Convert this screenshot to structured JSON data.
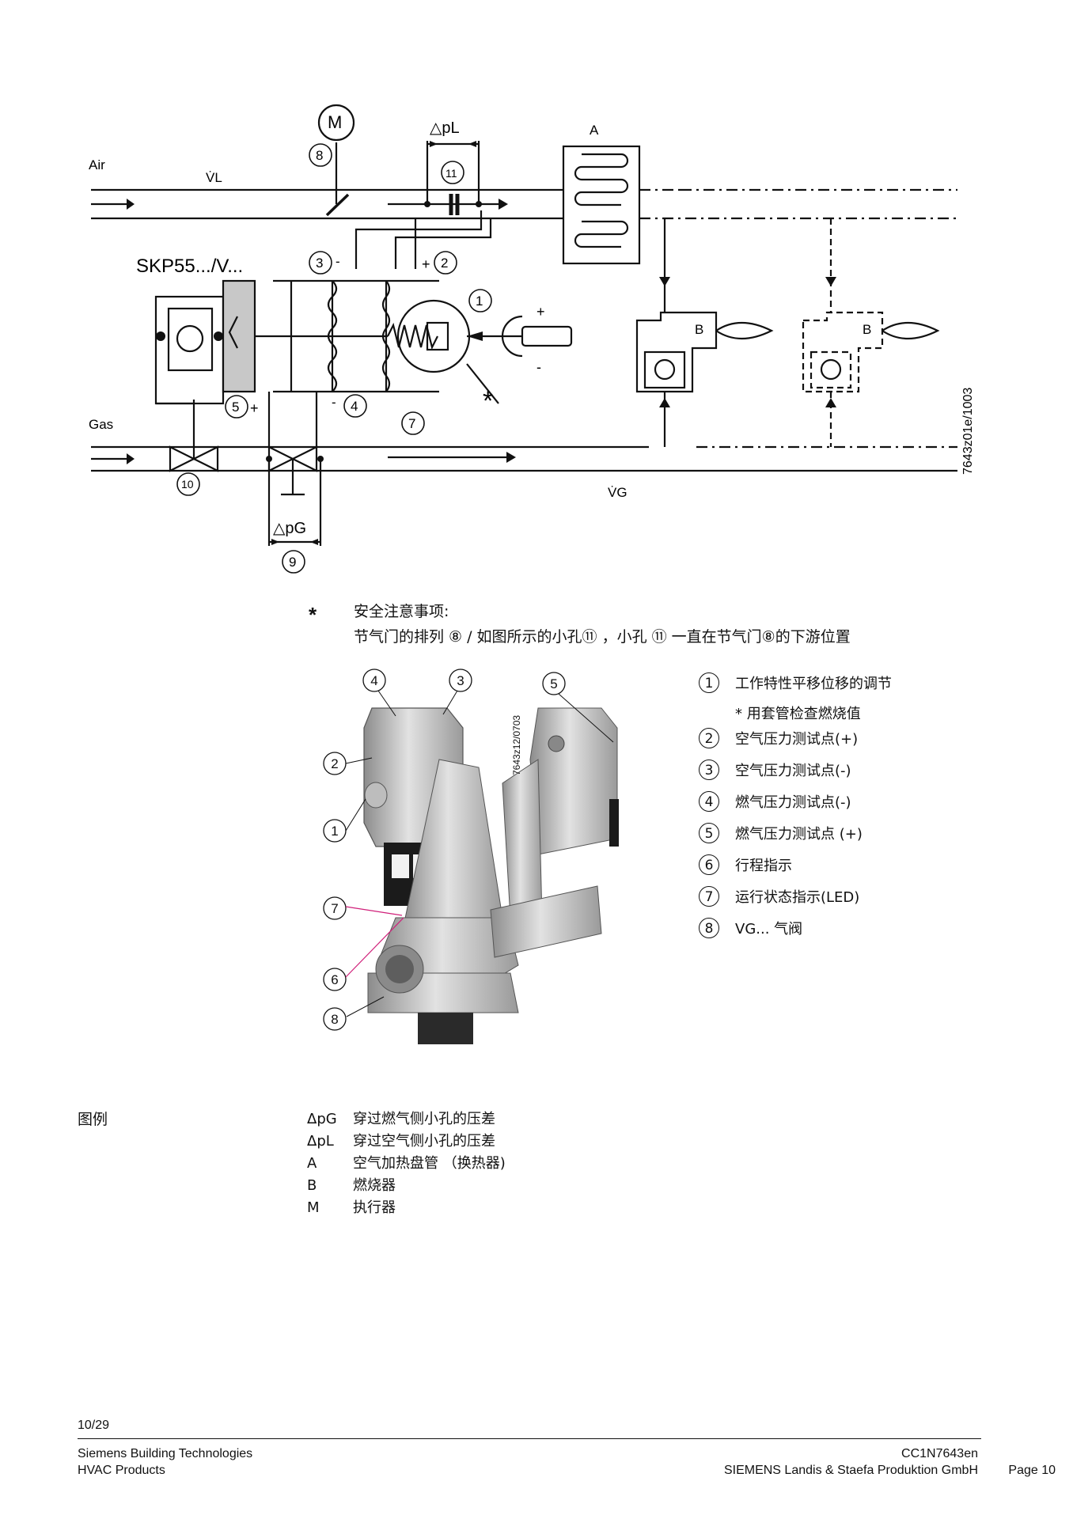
{
  "diagram": {
    "labels": {
      "air": "Air",
      "gas": "Gas",
      "vl": "V̇L",
      "vg": "V̇G",
      "dpl": "△pL",
      "dpg": "△pG",
      "a": "A",
      "b1": "B",
      "b2": "B",
      "m": "M",
      "skp": "SKP55.../V...",
      "code": "7643z01e/1003",
      "plus_screw": "+",
      "minus_screw": "-",
      "star": "*",
      "n1": "1",
      "n2": "2",
      "n3": "3",
      "n4": "4",
      "n5": "5",
      "n7": "7",
      "n8": "8",
      "n9": "9",
      "n10": "10",
      "n11": "11",
      "sign2": "+",
      "sign3": "-",
      "sign4": "-",
      "sign5": "+"
    }
  },
  "safety": {
    "star": "*",
    "title": "安全注意事项:",
    "text": "节气门的排列 ⑧ / 如图所示的小孔⑪ ，小孔 ⑪ 一直在节气门⑧的下游位置"
  },
  "photo": {
    "code": "7643z12/0703",
    "callouts": [
      "4",
      "3",
      "5",
      "2",
      "1",
      "7",
      "6",
      "8"
    ]
  },
  "numbered_legend": [
    {
      "num": "1",
      "text": "工作特性平移位移的调节"
    },
    {
      "num": "",
      "text": "* 用套管检查燃烧值"
    },
    {
      "num": "2",
      "text": "空气压力测试点(+)"
    },
    {
      "num": "3",
      "text": "空气压力测试点(-)"
    },
    {
      "num": "4",
      "text": "燃气压力测试点(-)"
    },
    {
      "num": "5",
      "text": "燃气压力测试点 (+)"
    },
    {
      "num": "6",
      "text": "行程指示"
    },
    {
      "num": "7",
      "text": "运行状态指示(LED)"
    },
    {
      "num": "8",
      "text": "VG... 气阀"
    }
  ],
  "key": {
    "heading": "图例",
    "items": [
      {
        "sym": "ΔpG",
        "text": "穿过燃气侧小孔的压差"
      },
      {
        "sym": "ΔpL",
        "text": "穿过空气侧小孔的压差"
      },
      {
        "sym": "A",
        "text": "空气加热盘管 （换热器)"
      },
      {
        "sym": "B",
        "text": "燃烧器"
      },
      {
        "sym": "M",
        "text": "执行器"
      }
    ]
  },
  "footer": {
    "page_of": "10/29",
    "company1": "Siemens Building Technologies",
    "company2": "HVAC Products",
    "doc_code": "CC1N7643en",
    "company3": "SIEMENS Landis & Staefa Produktion GmbH",
    "page": "Page 10"
  }
}
